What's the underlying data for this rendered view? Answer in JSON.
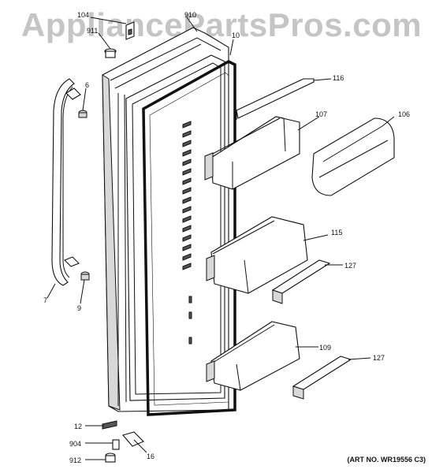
{
  "watermark": "AppliancePartsPros.com",
  "art_number": "(ART NO. WR19556 C3)",
  "callouts": {
    "c104": "104",
    "c910": "910",
    "c911": "911",
    "c10": "10",
    "c6": "6",
    "c116": "116",
    "c107": "107",
    "c106": "106",
    "c115": "115",
    "c127a": "127",
    "c7": "7",
    "c9": "9",
    "c109": "109",
    "c127b": "127",
    "c12": "12",
    "c904": "904",
    "c16": "16",
    "c912": "912"
  }
}
